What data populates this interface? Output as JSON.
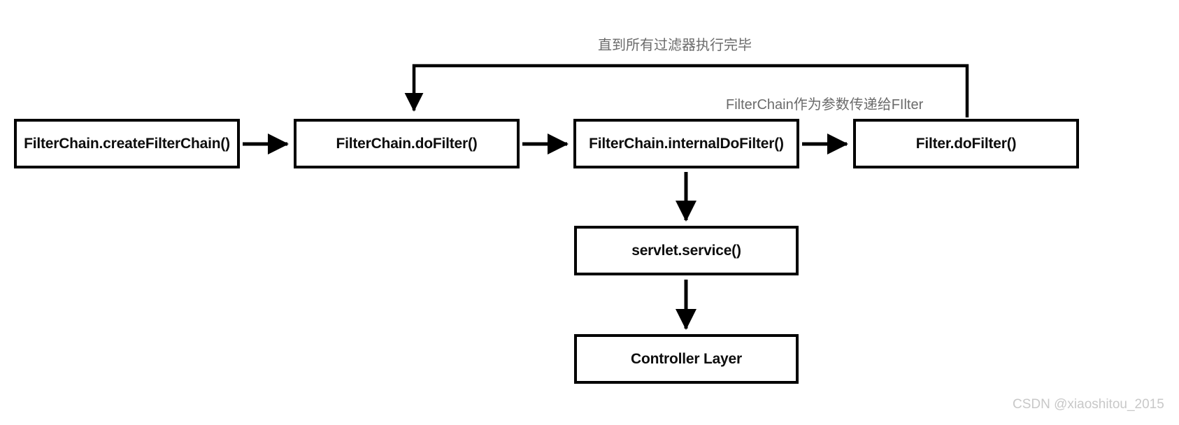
{
  "diagram": {
    "title_present": false,
    "type": "flowchart",
    "nodes": [
      {
        "id": "create",
        "label": "FilterChain.createFilterChain()"
      },
      {
        "id": "dofilter",
        "label": "FilterChain.doFilter()"
      },
      {
        "id": "internal",
        "label": "FilterChain.internalDoFilter()"
      },
      {
        "id": "filterdo",
        "label": "Filter.doFilter()"
      },
      {
        "id": "servlet",
        "label": "servlet.service()"
      },
      {
        "id": "controller",
        "label": "Controller Layer"
      }
    ],
    "edge_labels": {
      "loop": "直到所有过滤器执行完毕",
      "param": "FilterChain作为参数传递给FIlter"
    },
    "edges": [
      {
        "from": "create",
        "to": "dofilter",
        "kind": "arrow-right"
      },
      {
        "from": "dofilter",
        "to": "internal",
        "kind": "arrow-right"
      },
      {
        "from": "internal",
        "to": "filterdo",
        "kind": "arrow-right"
      },
      {
        "from": "internal",
        "to": "servlet",
        "kind": "arrow-down"
      },
      {
        "from": "servlet",
        "to": "controller",
        "kind": "arrow-down"
      },
      {
        "from": "filterdo",
        "to": "dofilter",
        "kind": "loop-back-top"
      }
    ],
    "colors": {
      "node_border": "#000000",
      "node_fill": "#ffffff",
      "node_text": "#0d0d0d",
      "edge": "#000000",
      "label_text": "#6b6b6b",
      "watermark_text": "#c8c8c8",
      "background": "#ffffff"
    }
  },
  "watermark": {
    "text": "CSDN @xiaoshitou_2015"
  }
}
